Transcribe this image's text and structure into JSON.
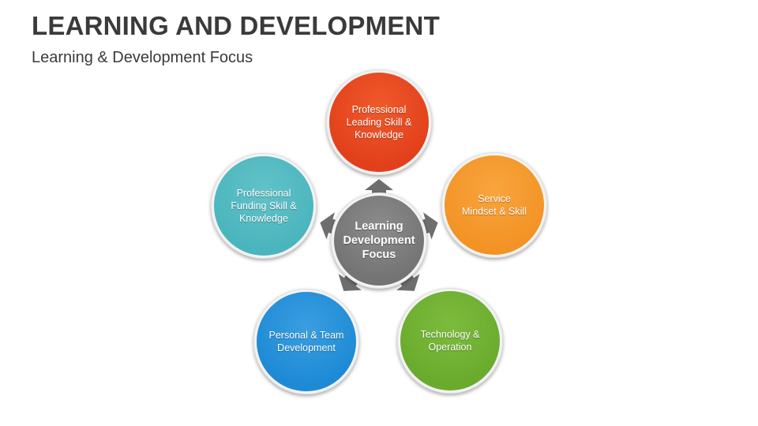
{
  "title": "LEARNING AND DEVELOPMENT",
  "subtitle": "Learning & Development Focus",
  "center": {
    "label": "Learning Development Focus",
    "color": "#7a7a7a"
  },
  "nodes": [
    {
      "label": "Professional Leading Skill & Knowledge",
      "color": "#e2401c"
    },
    {
      "label": "Service Mindset & Skill",
      "color": "#f39325"
    },
    {
      "label": "Technology & Operation",
      "color": "#6aab2e"
    },
    {
      "label": "Personal & Team Development",
      "color": "#1e8ad6"
    },
    {
      "label": "Professional Funding Skill & Knowledge",
      "color": "#4bb5bd"
    }
  ],
  "arrow_color": "#6e6e6e"
}
